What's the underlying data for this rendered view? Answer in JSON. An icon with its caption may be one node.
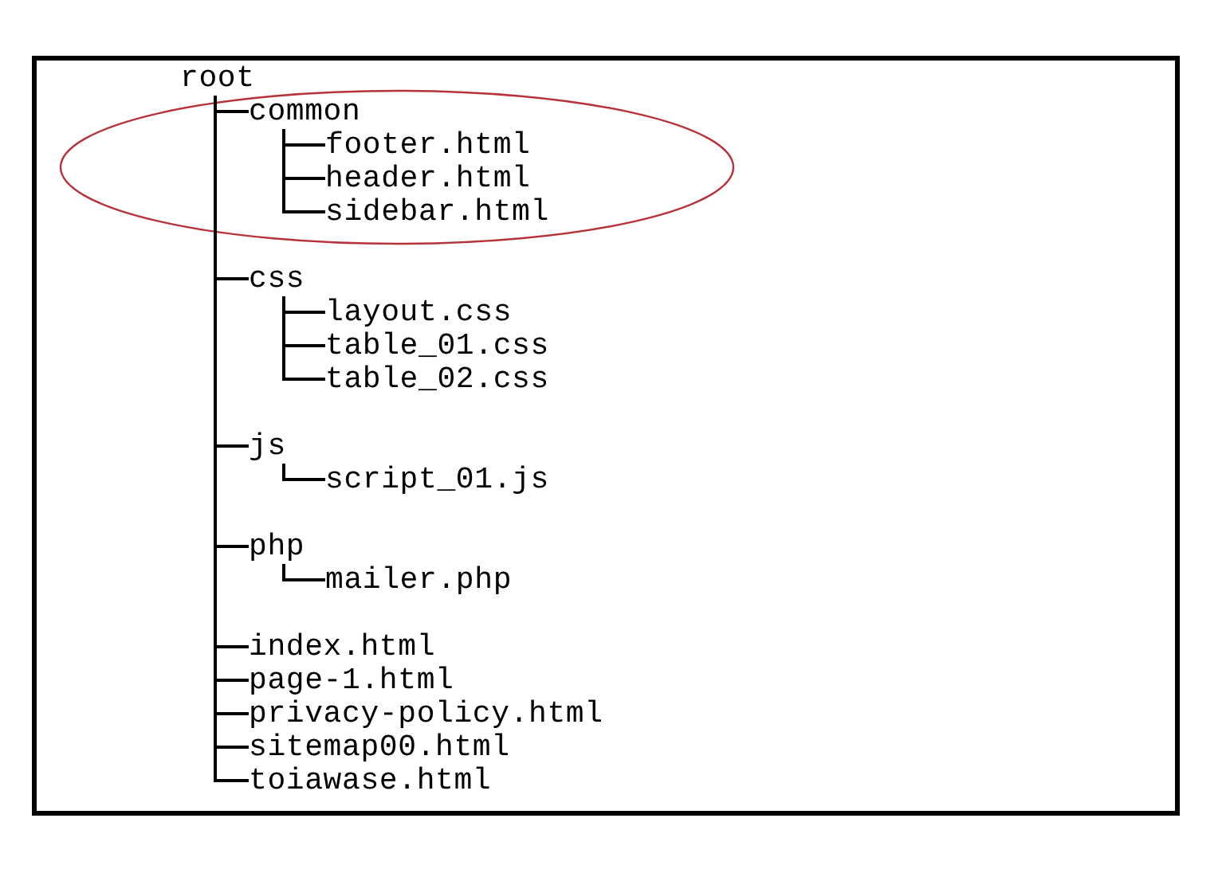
{
  "diagram": {
    "nodes": [
      {
        "text": [
          "root"
        ]
      },
      {
        "text": [],
        "shape": "ellipse"
      },
      {
        "text": [
          "common"
        ],
        "in": 1
      },
      {
        "text": [
          "footer.html"
        ],
        "in": 1
      },
      {
        "text": [
          "header.html"
        ],
        "in": 1
      },
      {
        "text": [
          "sidebar.html"
        ],
        "in": 1
      },
      {
        "text": [
          "css"
        ]
      },
      {
        "text": [
          "layout.css"
        ]
      },
      {
        "text": [
          "table_01.css"
        ]
      },
      {
        "text": [
          "table_02.css"
        ]
      },
      {
        "text": [
          "js"
        ]
      },
      {
        "text": [
          "script_01.js"
        ]
      },
      {
        "text": [
          "php"
        ]
      },
      {
        "text": [
          "mailer.php"
        ]
      },
      {
        "text": [
          "index.html"
        ]
      },
      {
        "text": [
          "page-1.html"
        ]
      },
      {
        "text": [
          "privacy-policy.html"
        ]
      },
      {
        "text": [
          "sitemap00.html"
        ]
      },
      {
        "text": [
          "toiawase.html"
        ]
      }
    ],
    "edges": [
      {
        "from": 0,
        "to": 2,
        "arrow": "none"
      },
      {
        "from": 2,
        "to": 3,
        "arrow": "none"
      },
      {
        "from": 2,
        "to": 4,
        "arrow": "none"
      },
      {
        "from": 2,
        "to": 5,
        "arrow": "none"
      },
      {
        "from": 0,
        "to": 6,
        "arrow": "none"
      },
      {
        "from": 6,
        "to": 7,
        "arrow": "none"
      },
      {
        "from": 6,
        "to": 8,
        "arrow": "none"
      },
      {
        "from": 6,
        "to": 9,
        "arrow": "none"
      },
      {
        "from": 0,
        "to": 10,
        "arrow": "none"
      },
      {
        "from": 10,
        "to": 11,
        "arrow": "none"
      },
      {
        "from": 0,
        "to": 12,
        "arrow": "none"
      },
      {
        "from": 12,
        "to": 13,
        "arrow": "none"
      },
      {
        "from": 0,
        "to": 14,
        "arrow": "none"
      },
      {
        "from": 0,
        "to": 15,
        "arrow": "none"
      },
      {
        "from": 0,
        "to": 16,
        "arrow": "none"
      },
      {
        "from": 0,
        "to": 17,
        "arrow": "none"
      },
      {
        "from": 0,
        "to": 18,
        "arrow": "none"
      }
    ]
  }
}
